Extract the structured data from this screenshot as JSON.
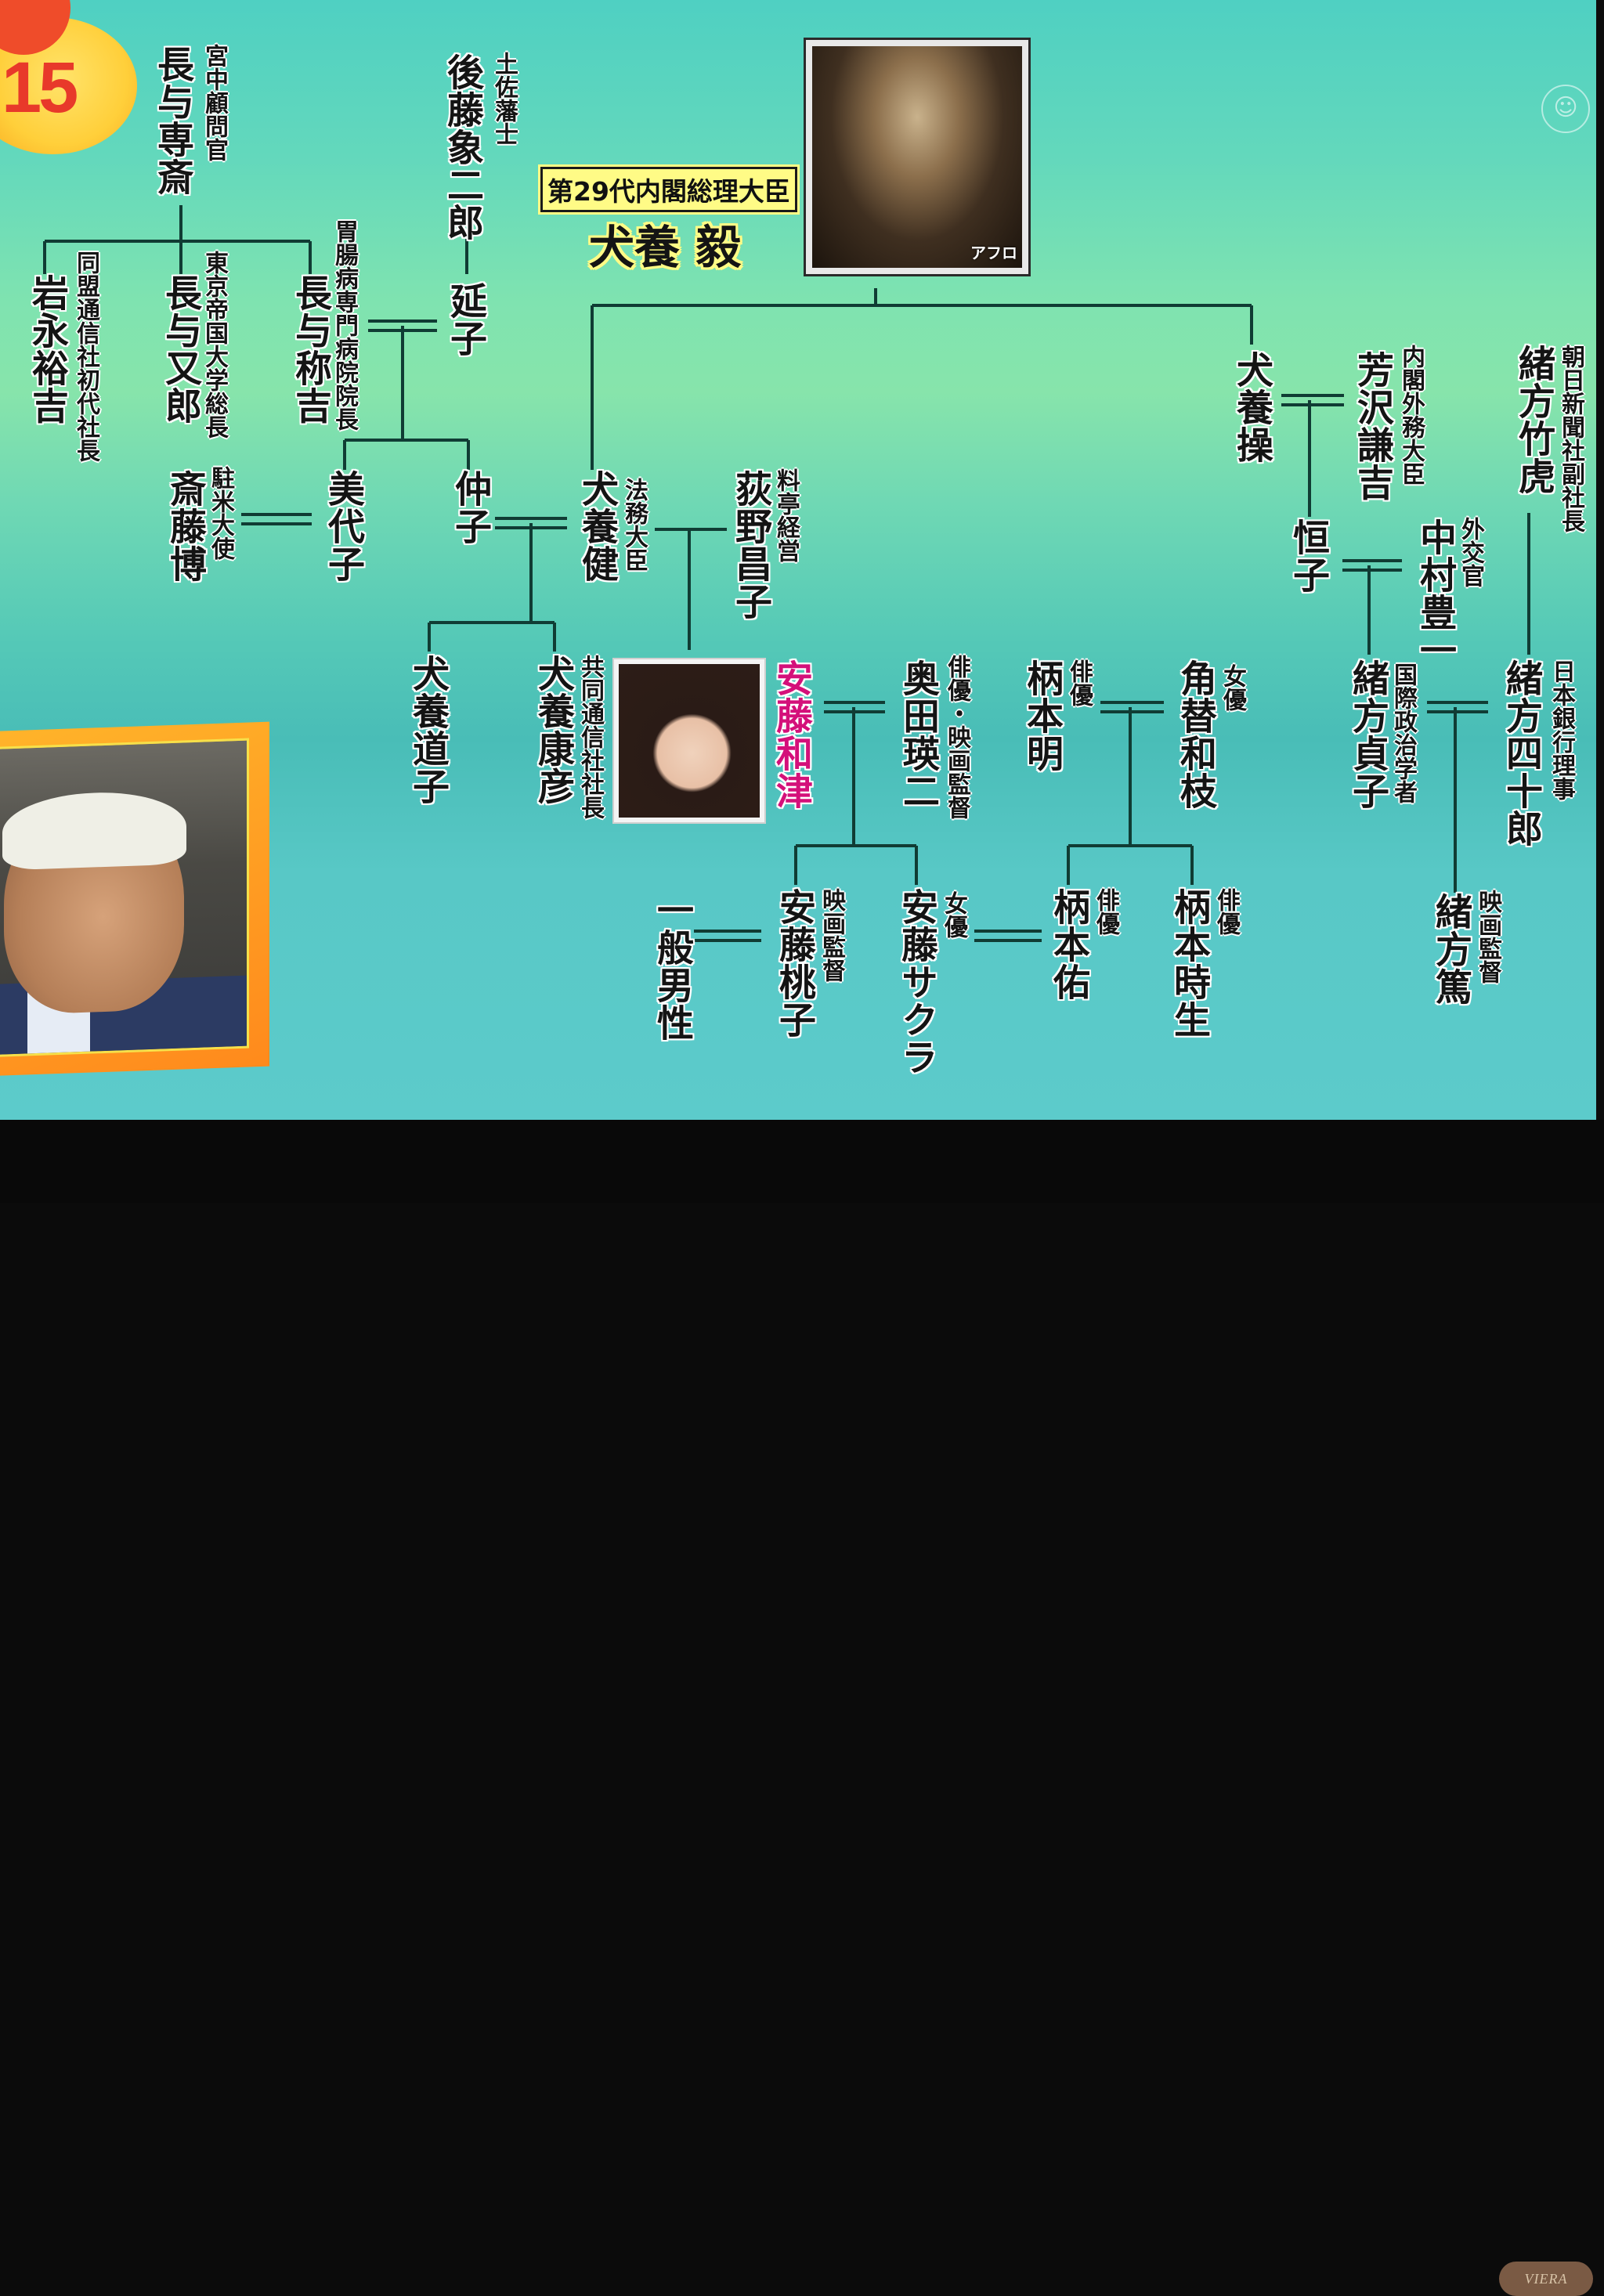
{
  "episode": {
    "number": "15"
  },
  "prime_minister": {
    "title": "第29代内閣総理大臣",
    "name": "犬養 毅",
    "photo_credit": "アフロ"
  },
  "people": {
    "nagayo_sensai": {
      "title": "宮中顧問官",
      "name": "長与専斎"
    },
    "goto_shojiro": {
      "title": "土佐藩士",
      "name": "後藤象二郎"
    },
    "iwanaga_yukichi": {
      "title": "同盟通信社初代社長",
      "name": "岩永裕吉"
    },
    "nagayo_matao": {
      "title": "東京帝国大学総長",
      "name": "長与又郎"
    },
    "nagayo_shokichi": {
      "title": "胃腸病専門病院院長",
      "name": "長与称吉"
    },
    "nobuko": {
      "name": "延子"
    },
    "saito_hiroshi": {
      "title": "駐米大使",
      "name": "斎藤博"
    },
    "miyoko": {
      "name": "美代子"
    },
    "nakako": {
      "name": "仲子"
    },
    "inukai_takeru": {
      "title": "法務大臣",
      "name": "犬養健"
    },
    "ogino_masako": {
      "title": "料亭経営",
      "name": "荻野昌子"
    },
    "inukai_misao": {
      "name": "犬養操"
    },
    "yoshizawa_kenkichi": {
      "title": "内閣外務大臣",
      "name": "芳沢謙吉"
    },
    "ogata_taketora": {
      "title": "朝日新聞社副社長",
      "name": "緒方竹虎"
    },
    "tsuneko": {
      "name": "恒子"
    },
    "nakamura_toyokazu": {
      "title": "外交官",
      "name": "中村豊一"
    },
    "inukai_michiko": {
      "name": "犬養道子"
    },
    "inukai_yasuhiko": {
      "title": "共同通信社社長",
      "name": "犬養康彦"
    },
    "ando_kazu": {
      "name": "安藤和津"
    },
    "okuda_eiji": {
      "title": "俳優・映画監督",
      "name": "奥田瑛二"
    },
    "emoto_akira": {
      "title": "俳優",
      "name": "柄本明"
    },
    "kadono_kazue": {
      "title": "女優",
      "name": "角替和枝"
    },
    "ogata_sadako": {
      "title": "国際政治学者",
      "name": "緒方貞子"
    },
    "ogata_shijuro": {
      "title": "日本銀行理事",
      "name": "緒方四十郎"
    },
    "ippan_dansei": {
      "name": "一般男性"
    },
    "ando_momoko": {
      "title": "映画監督",
      "name": "安藤桃子"
    },
    "ando_sakura": {
      "title": "女優",
      "name": "安藤サクラ"
    },
    "emoto_tasuku": {
      "title": "俳優",
      "name": "柄本佑"
    },
    "emoto_tokio": {
      "title": "俳優",
      "name": "柄本時生"
    },
    "ogata_atsushi": {
      "title": "映画監督",
      "name": "緒方篤"
    }
  },
  "colors": {
    "line": "#103c34",
    "highlight": "#d4107a",
    "title_box": "#fffb86"
  },
  "brand": "VIERA"
}
